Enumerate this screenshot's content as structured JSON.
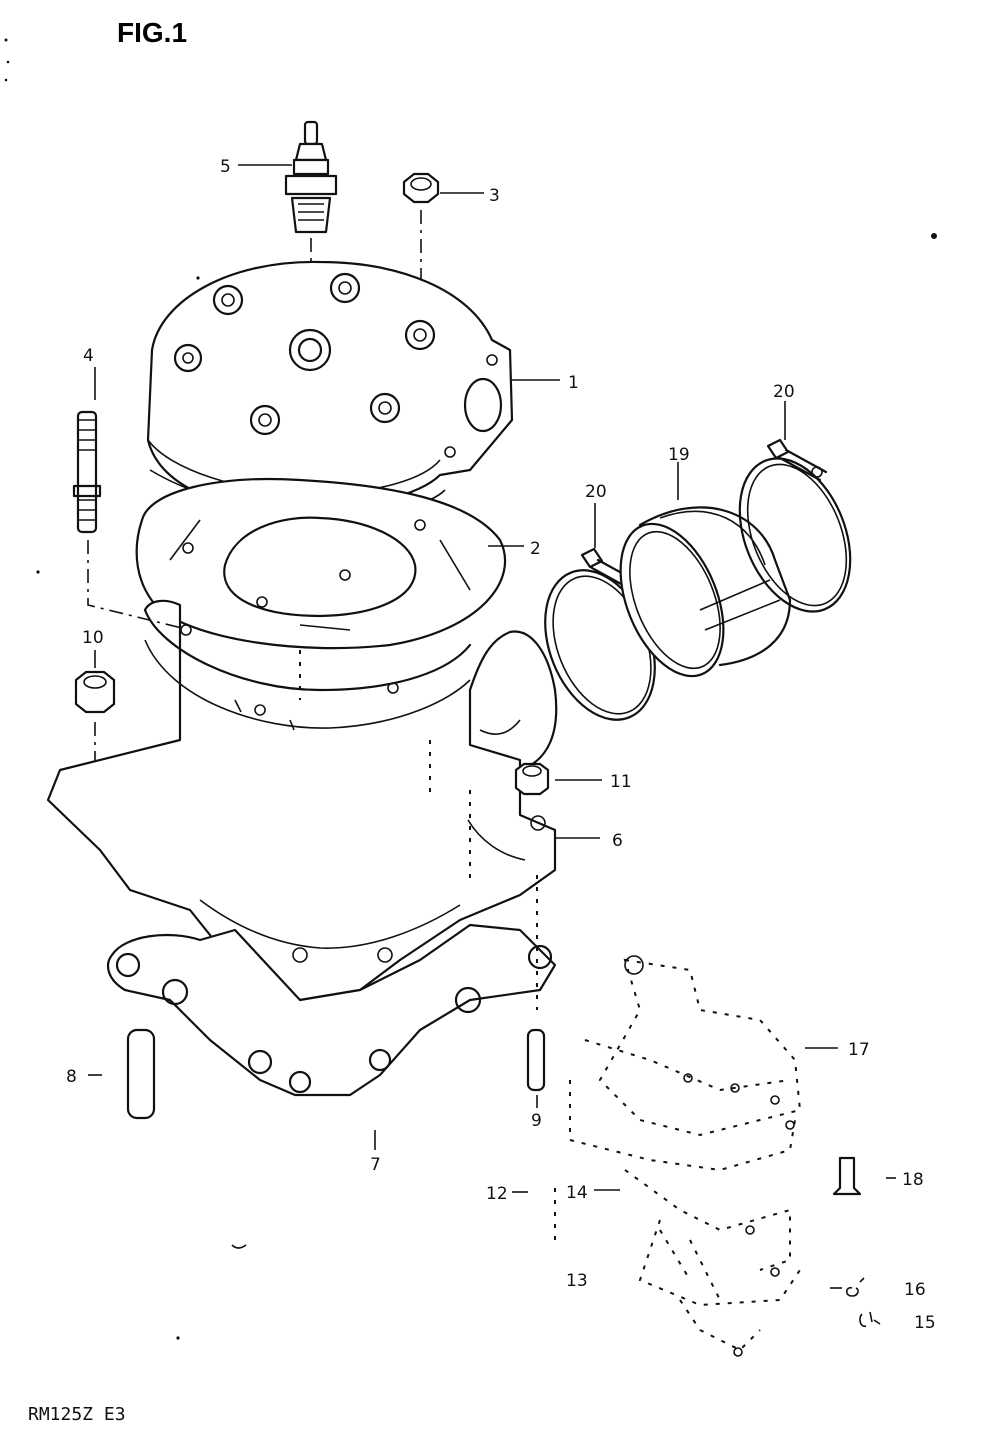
{
  "figure": {
    "title": "FIG.1",
    "model_code": "RM125Z E3"
  },
  "callouts": [
    {
      "id": "p1",
      "number": "1",
      "part": "cylinder-head"
    },
    {
      "id": "p2",
      "number": "2",
      "part": "head-gasket"
    },
    {
      "id": "p3",
      "number": "3",
      "part": "head-nut"
    },
    {
      "id": "p4",
      "number": "4",
      "part": "stud-bolt"
    },
    {
      "id": "p5",
      "number": "5",
      "part": "spark-plug"
    },
    {
      "id": "p6",
      "number": "6",
      "part": "cylinder"
    },
    {
      "id": "p7",
      "number": "7",
      "part": "base-gasket"
    },
    {
      "id": "p8",
      "number": "8",
      "part": "dowel-pin-left"
    },
    {
      "id": "p9",
      "number": "9",
      "part": "dowel-pin-right"
    },
    {
      "id": "p10",
      "number": "10",
      "part": "cylinder-nut-left"
    },
    {
      "id": "p11",
      "number": "11",
      "part": "cylinder-nut-right"
    },
    {
      "id": "p12",
      "number": "12",
      "part": "reed-stopper"
    },
    {
      "id": "p13",
      "number": "13",
      "part": "reed-screw"
    },
    {
      "id": "p14",
      "number": "14",
      "part": "reed-valve"
    },
    {
      "id": "p15",
      "number": "15",
      "part": "lock-washer"
    },
    {
      "id": "p16",
      "number": "16",
      "part": "washer"
    },
    {
      "id": "p17",
      "number": "17",
      "part": "intake-pipe-gasket"
    },
    {
      "id": "p18",
      "number": "18",
      "part": "bolt"
    },
    {
      "id": "p19",
      "number": "19",
      "part": "carburetor-connector"
    },
    {
      "id": "p20a",
      "number": "20",
      "part": "hose-clamp-left"
    },
    {
      "id": "p20b",
      "number": "20",
      "part": "hose-clamp-right"
    }
  ]
}
